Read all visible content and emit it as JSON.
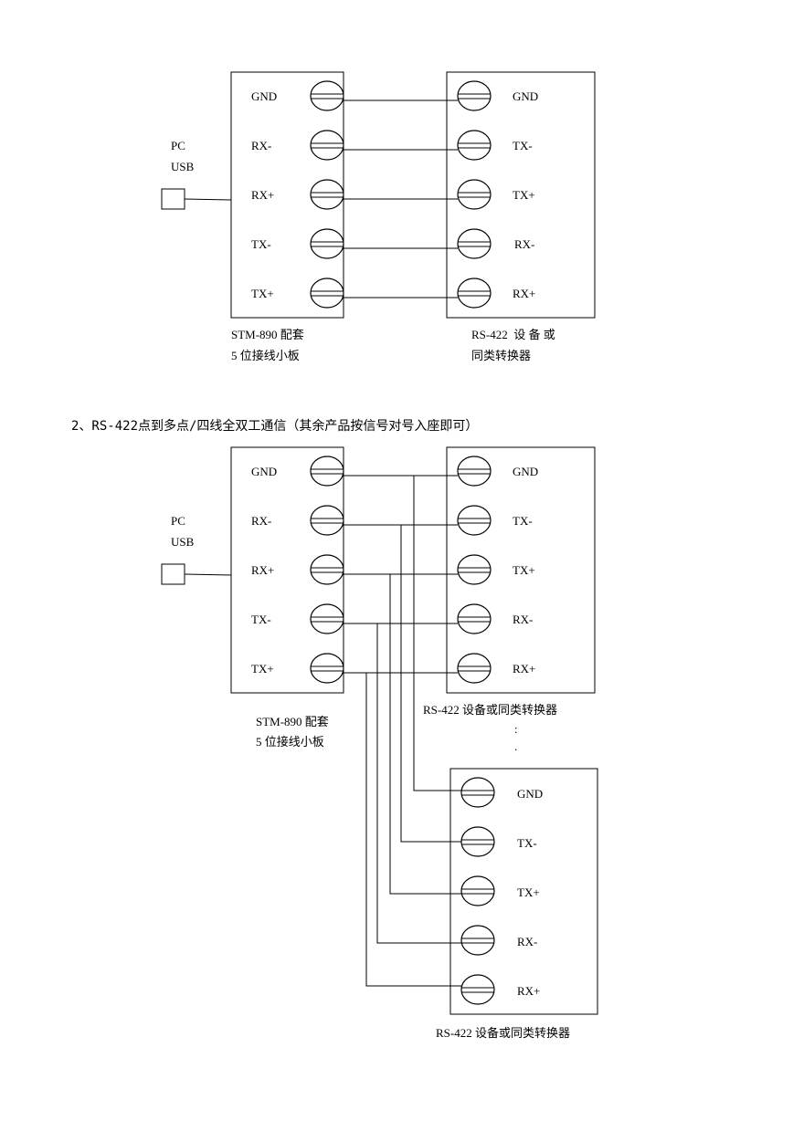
{
  "diagram1": {
    "pc_label": "PC",
    "usb_label": "USB",
    "board_pins": [
      "GND",
      "RX-",
      "RX+",
      "TX-",
      "TX+"
    ],
    "device_pins": [
      "GND",
      "TX-",
      "TX+",
      "RX-",
      "RX+"
    ],
    "board_caption_1": "STM-890 配套",
    "board_caption_2": "5 位接线小板",
    "device_caption_1": "RS-422  设 备 或",
    "device_caption_2": "同类转换器"
  },
  "heading": "2、RS-422点到多点/四线全双工通信（其余产品按信号对号入座即可）",
  "diagram2": {
    "pc_label": "PC",
    "usb_label": "USB",
    "board_pins": [
      "GND",
      "RX-",
      "RX+",
      "TX-",
      "TX+"
    ],
    "device1_pins": [
      "GND",
      "TX-",
      "TX+",
      "RX-",
      "RX+"
    ],
    "device2_pins": [
      "GND",
      "TX-",
      "TX+",
      "RX-",
      "RX+"
    ],
    "board_caption_1": "STM-890 配套",
    "board_caption_2": "5 位接线小板",
    "device1_caption": "RS-422 设备或同类转换器",
    "ellipsis_1": ":",
    "ellipsis_2": ".",
    "device2_caption": "RS-422 设备或同类转换器"
  }
}
